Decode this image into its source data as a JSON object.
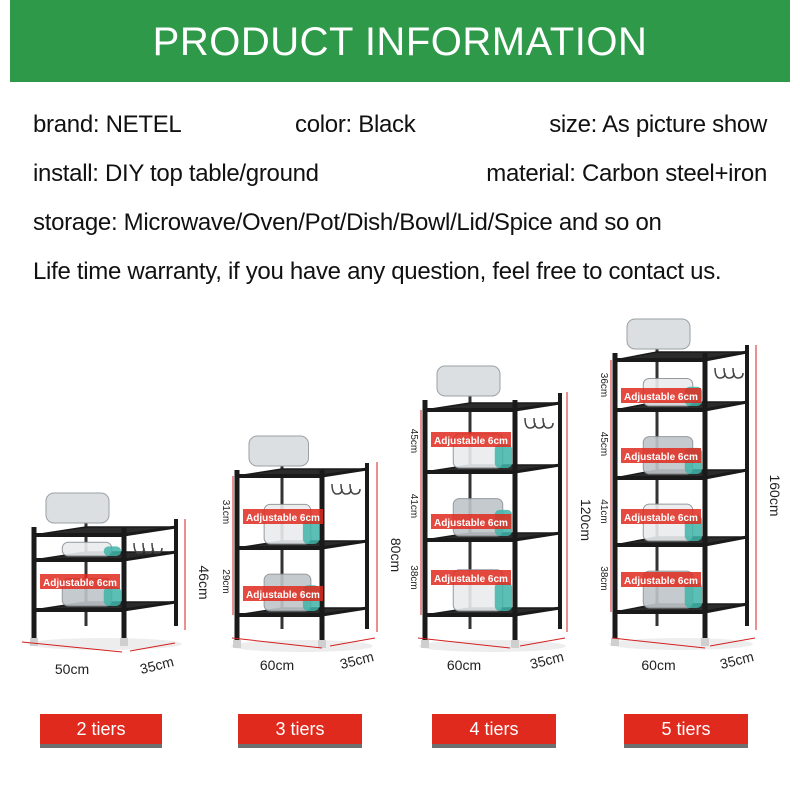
{
  "header": {
    "title": "PRODUCT INFORMATION"
  },
  "info": {
    "brand": "brand: NETEL",
    "color": "color: Black",
    "size": "size: As picture show",
    "install": "install: DIY top table/ground",
    "material": "material: Carbon steel+iron",
    "storage": "storage: Microwave/Oven/Pot/Dish/Bowl/Lid/Spice and so on",
    "warranty": "Life time warranty, if you have any question, feel free to contact us."
  },
  "colors": {
    "banner": "#2e9a49",
    "accent": "#e12a1e",
    "rack": "#1a1a1a",
    "dimension": "#d42020"
  },
  "products": [
    {
      "tiers_label": "2 tiers",
      "width_label": "50cm",
      "depth_label": "35cm",
      "height_label": "46cm",
      "shelf_gaps": [],
      "adjustable_labels": [
        "Adjustable 6cm"
      ]
    },
    {
      "tiers_label": "3 tiers",
      "width_label": "60cm",
      "depth_label": "35cm",
      "height_label": "80cm",
      "shelf_gaps": [
        "31cm",
        "29cm"
      ],
      "adjustable_labels": [
        "Adjustable 6cm",
        "Adjustable 6cm"
      ]
    },
    {
      "tiers_label": "4 tiers",
      "width_label": "60cm",
      "depth_label": "35cm",
      "height_label": "120cm",
      "shelf_gaps": [
        "45cm",
        "41cm",
        "38cm"
      ],
      "adjustable_labels": [
        "Adjustable 6cm",
        "Adjustable 6cm",
        "Adjustable 6cm"
      ]
    },
    {
      "tiers_label": "5 tiers",
      "width_label": "60cm",
      "depth_label": "35cm",
      "height_label": "160cm",
      "shelf_gaps": [
        "36cm",
        "45cm",
        "41cm",
        "38cm"
      ],
      "adjustable_labels": [
        "Adjustable 6cm",
        "Adjustable 6cm",
        "Adjustable 6cm",
        "Adjustable 6cm"
      ]
    }
  ]
}
